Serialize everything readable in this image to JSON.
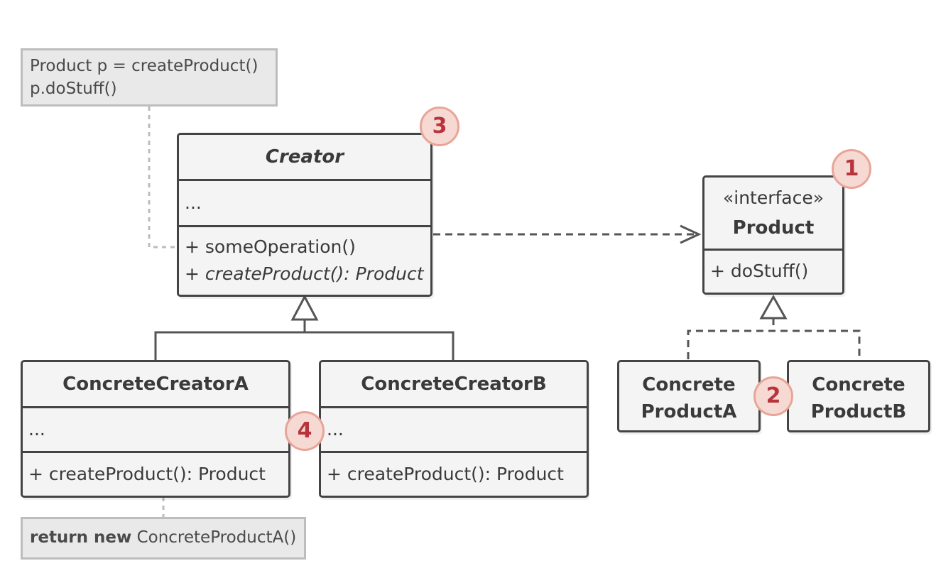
{
  "notes": {
    "client_line1": "Product p = createProduct()",
    "client_line2": "p.doStuff()",
    "return_keyword": "return new",
    "return_expr": "ConcreteProductA()"
  },
  "creator": {
    "name": "Creator",
    "fields": "...",
    "method1": "+ someOperation()",
    "method2": "+ createProduct(): Product"
  },
  "product": {
    "stereotype": "«interface»",
    "name": "Product",
    "method": "+ doStuff()"
  },
  "concrete_creator_a": {
    "name": "ConcreteCreatorA",
    "fields": "...",
    "method": "+ createProduct(): Product"
  },
  "concrete_creator_b": {
    "name": "ConcreteCreatorB",
    "fields": "...",
    "method": "+ createProduct(): Product"
  },
  "concrete_product_a": {
    "line1": "Concrete",
    "line2": "ProductA"
  },
  "concrete_product_b": {
    "line1": "Concrete",
    "line2": "ProductB"
  },
  "badges": {
    "product": "1",
    "concrete_products": "2",
    "creator": "3",
    "concrete_creators": "4"
  }
}
